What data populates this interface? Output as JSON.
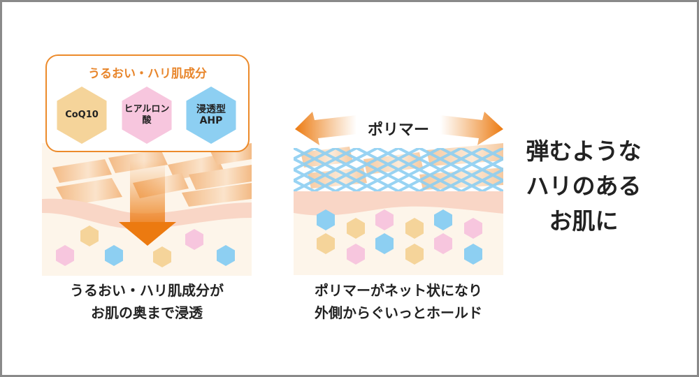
{
  "left_panel": {
    "box_title": "うるおい・ハリ肌成分",
    "ingredients": [
      {
        "label_line1": "CoQ10",
        "label_line2": "",
        "color": "#f5d49a"
      },
      {
        "label_line1": "ヒアルロン",
        "label_line2": "酸",
        "color": "#f7c6de"
      },
      {
        "label_line1": "浸透型",
        "label_line2": "AHP",
        "color": "#8dcff2"
      }
    ],
    "caption_line1": "うるおい・ハリ肌成分が",
    "caption_line2": "お肌の奥まで浸透"
  },
  "right_panel": {
    "arrow_label": "ポリマー",
    "caption_line1": "ポリマーがネット状になり",
    "caption_line2": "外側からぐいっとホールド"
  },
  "headline": {
    "line1": "弾むような",
    "line2": "ハリのある",
    "line3": "お肌に"
  },
  "colors": {
    "orange": "#ec8a2a",
    "beige": "#f5d49a",
    "pink": "#f7c6de",
    "blue": "#8dcff2",
    "skin": "#fdf5ea",
    "skin_band": "#f9d6c6"
  }
}
